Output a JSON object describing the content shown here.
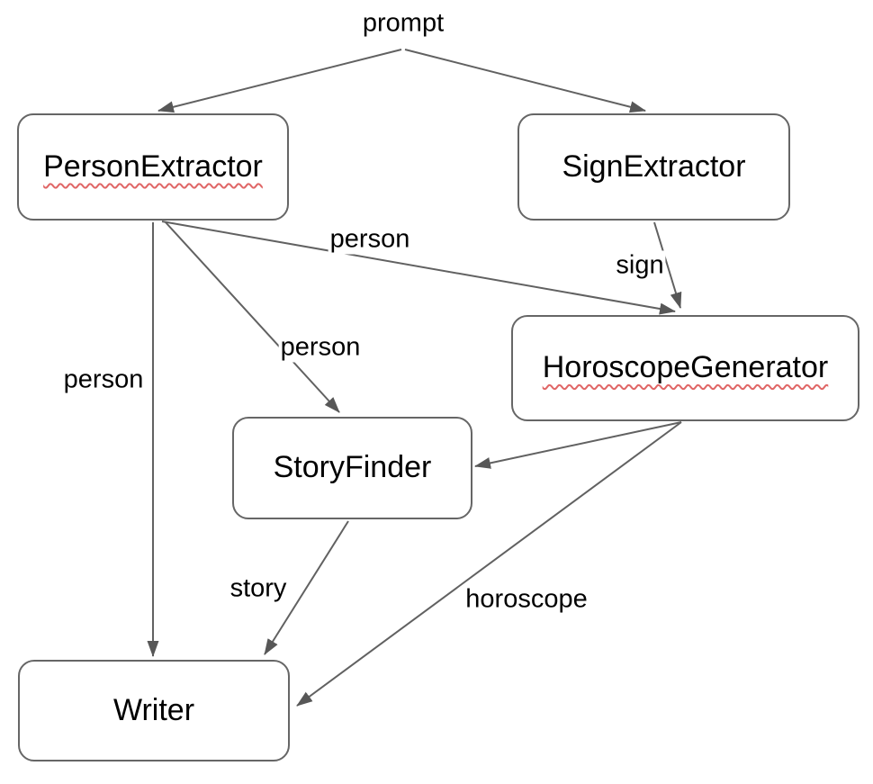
{
  "diagram": {
    "type": "flow-graph",
    "background_color": "#ffffff",
    "node_border_color": "#666666",
    "node_fill_color": "#ffffff",
    "edge_color": "#616161",
    "text_color": "#000000",
    "spellcheck_underline_color": "#e06666",
    "source_label": "prompt",
    "nodes": [
      {
        "label": "PersonExtractor",
        "misspell_underline": true
      },
      {
        "label": "SignExtractor",
        "misspell_underline": false
      },
      {
        "label": "HoroscopeGenerator",
        "misspell_underline": true
      },
      {
        "label": "StoryFinder",
        "misspell_underline": false
      },
      {
        "label": "Writer",
        "misspell_underline": false
      }
    ],
    "edges": [
      {
        "from": "prompt",
        "to": "PersonExtractor",
        "label": ""
      },
      {
        "from": "prompt",
        "to": "SignExtractor",
        "label": ""
      },
      {
        "from": "PersonExtractor",
        "to": "HoroscopeGenerator",
        "label": "person"
      },
      {
        "from": "SignExtractor",
        "to": "HoroscopeGenerator",
        "label": "sign"
      },
      {
        "from": "PersonExtractor",
        "to": "StoryFinder",
        "label": "person"
      },
      {
        "from": "PersonExtractor",
        "to": "Writer",
        "label": "person"
      },
      {
        "from": "StoryFinder",
        "to": "Writer",
        "label": "story"
      },
      {
        "from": "HoroscopeGenerator",
        "to": "StoryFinder",
        "label": ""
      },
      {
        "from": "HoroscopeGenerator",
        "to": "Writer",
        "label": "horoscope"
      }
    ]
  }
}
